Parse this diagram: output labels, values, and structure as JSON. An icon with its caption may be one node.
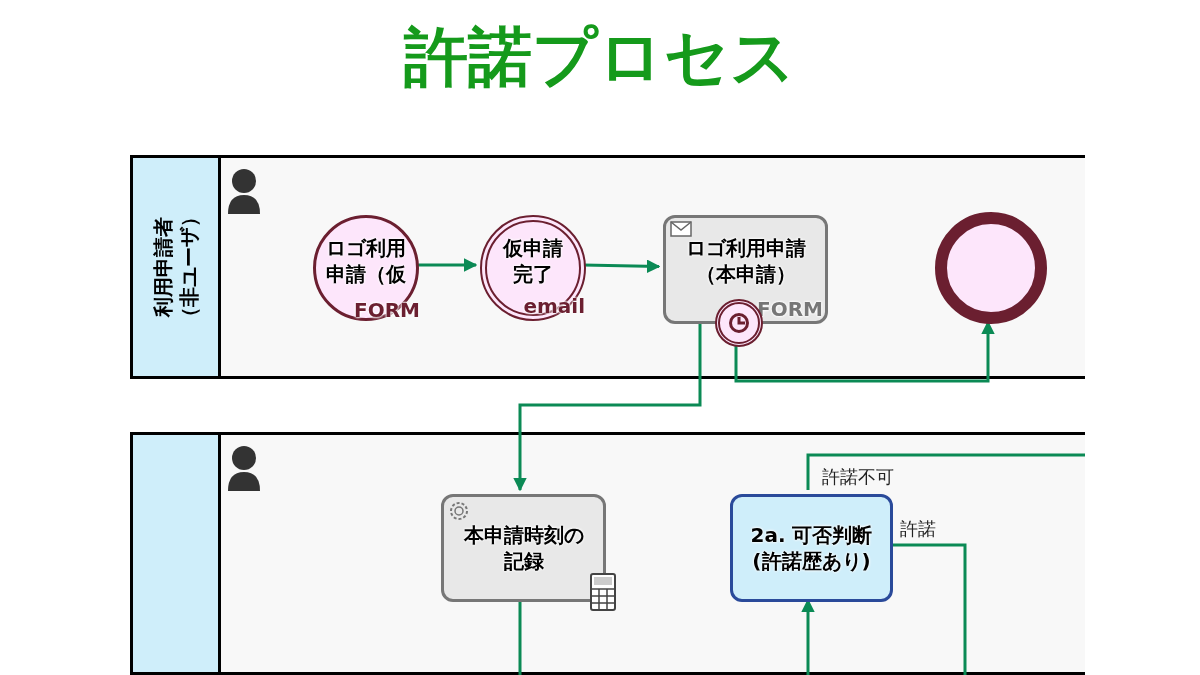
{
  "diagram": {
    "title": "許諾プロセス",
    "nodes": [
      {
        "text": [
          "利用申請者（非ユーザ）"
        ]
      },
      {
        "text": [
          "ロゴ利用申請（仮",
          "FORM"
        ],
        "in": 0
      },
      {
        "text": [
          "仮申請完了",
          "email"
        ],
        "in": 0
      },
      {
        "text": [
          "ロゴ利用申請（本申請）",
          "FORM"
        ],
        "in": 0
      },
      {
        "text": [],
        "shape": "circle",
        "in": 0
      },
      {
        "text": [],
        "shape": "circle",
        "in": 0
      },
      {
        "text": [],
        "shape": "box"
      },
      {
        "text": [
          "本申請時刻の記録"
        ],
        "in": 6
      },
      {
        "text": [
          "2a. 可否判断(許諾歴あり)"
        ],
        "in": 6
      }
    ],
    "edges": [
      {
        "from": 1,
        "to": 2,
        "arrow": "to"
      },
      {
        "from": 2,
        "to": 3,
        "arrow": "to"
      },
      {
        "from": 3,
        "to": 7,
        "arrow": "to"
      },
      {
        "from": 4,
        "to": 5,
        "arrow": "to"
      },
      {
        "from": 7,
        "to": null,
        "arrow": "none"
      },
      {
        "from": null,
        "to": 8,
        "arrow": "to"
      },
      {
        "from": 8,
        "to": null,
        "arrow": "none",
        "label": "許諾不可"
      },
      {
        "from": 8,
        "to": null,
        "arrow": "none",
        "label": "許諾"
      }
    ]
  }
}
